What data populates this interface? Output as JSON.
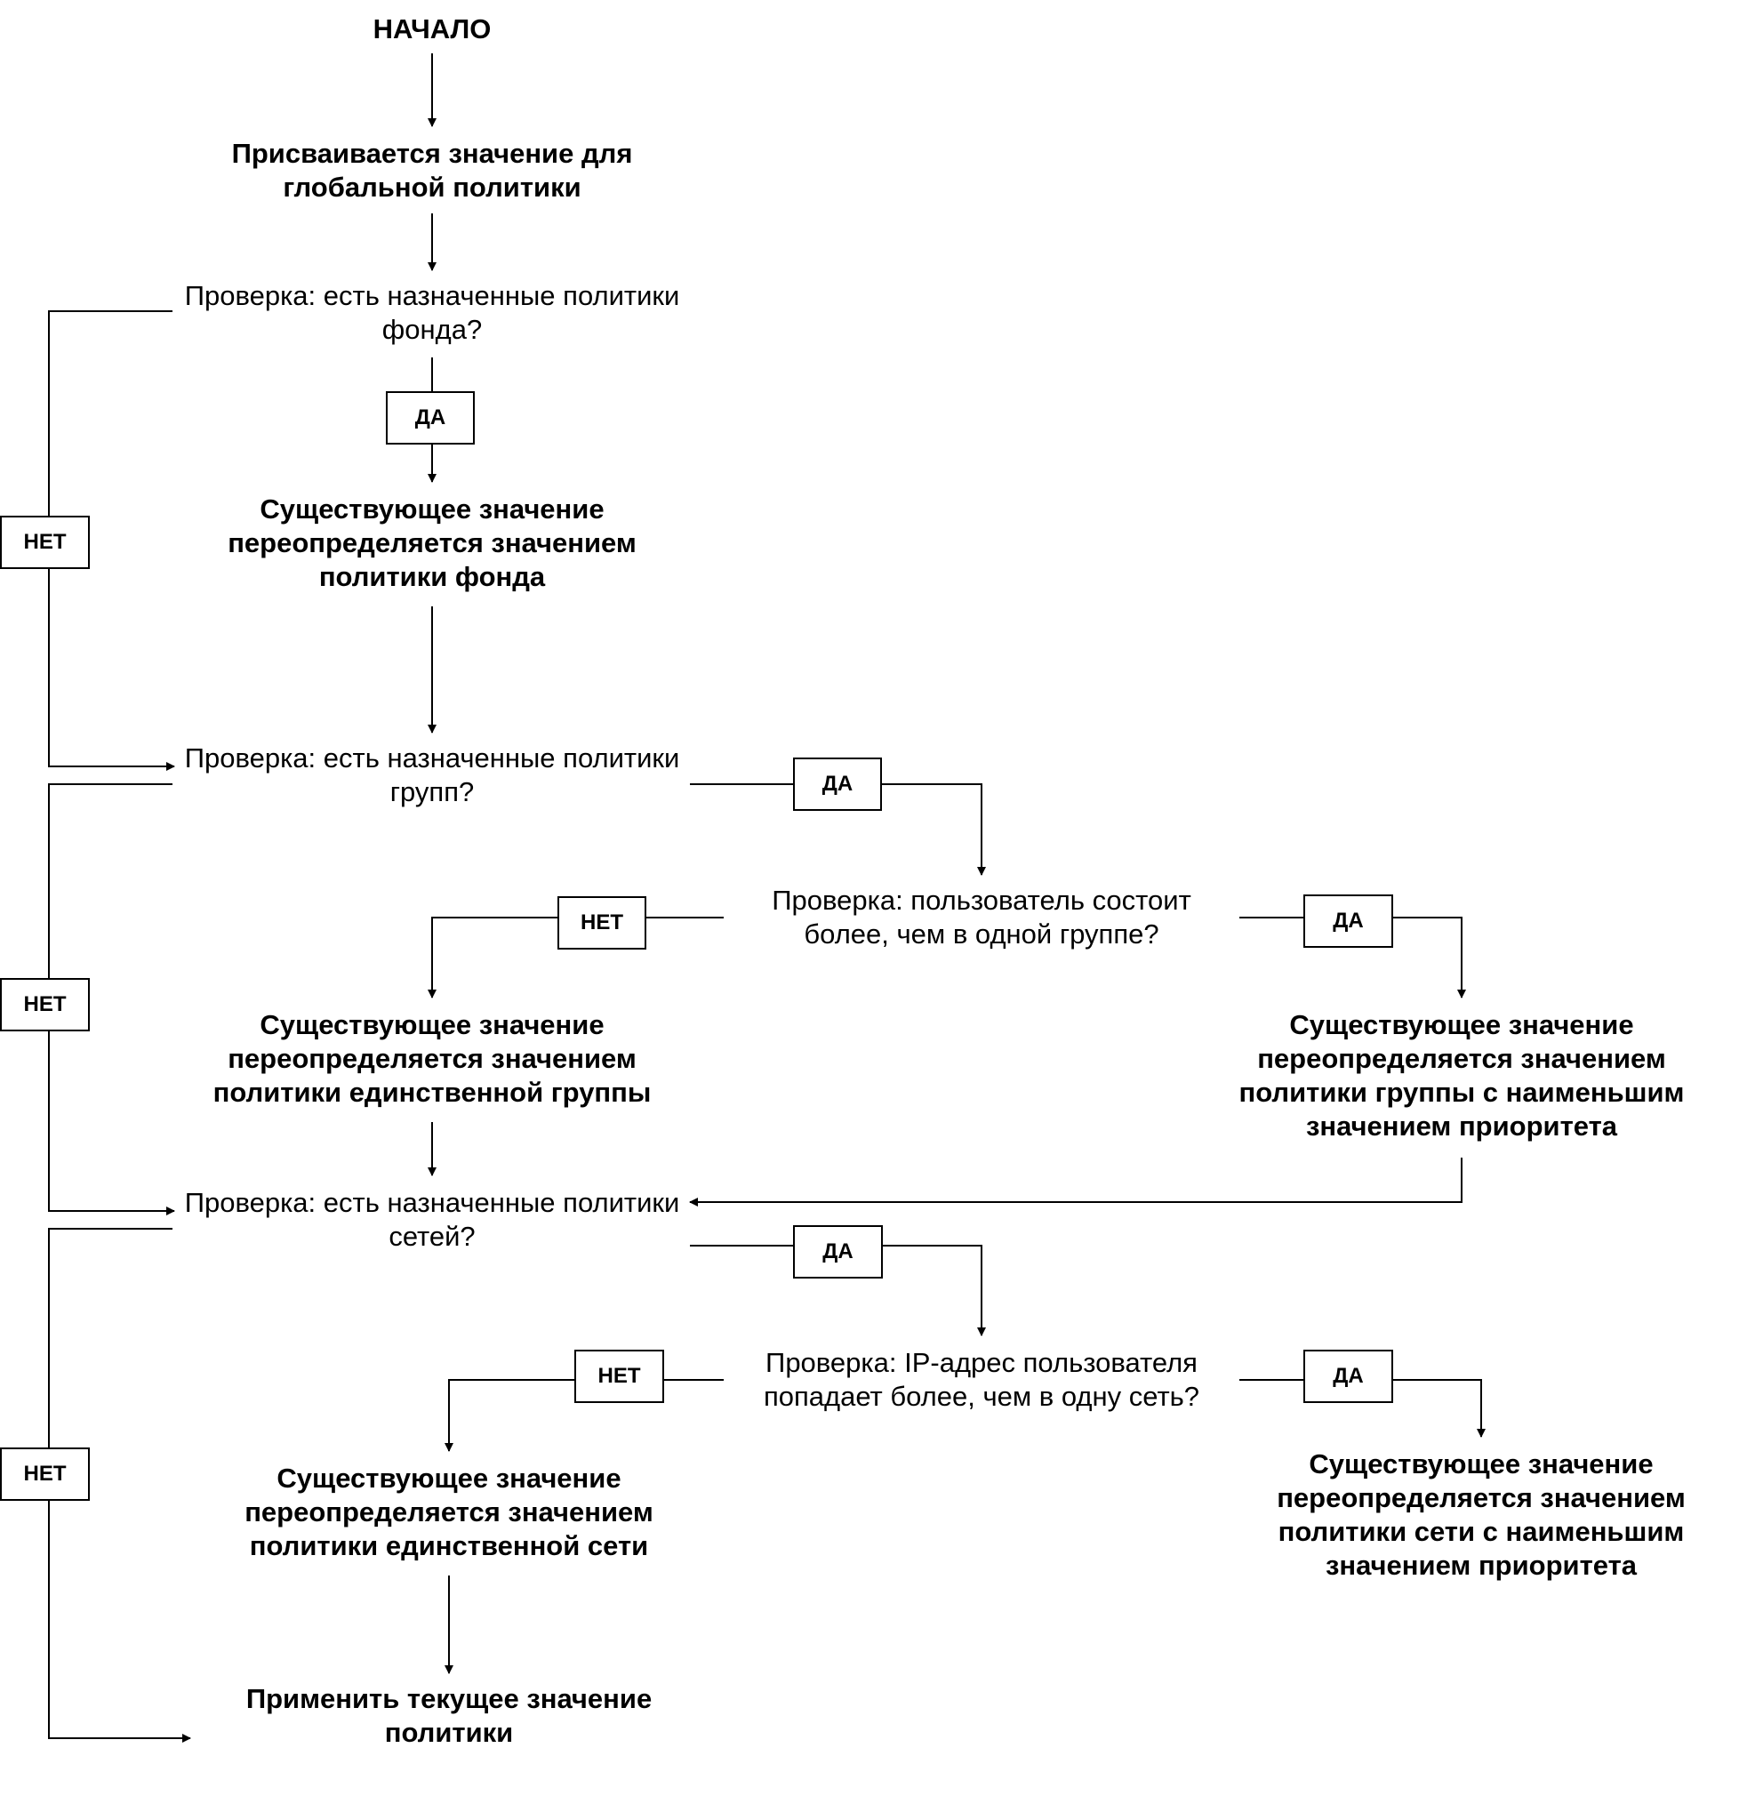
{
  "nodes": {
    "start": "НАЧАЛО",
    "assign_global": "Присваивается значение для\nглобальной политики",
    "check_fund": "Проверка: есть назначенные политики\nфонда?",
    "override_fund": "Существующее значение\nпереопределяется значением\nполитики фонда",
    "check_groups": "Проверка: есть назначенные политики\nгрупп?",
    "check_multi_group": "Проверка: пользователь состоит\nболее, чем в одной группе?",
    "override_single_group": "Существующее значение\nпереопределяется значением\nполитики единственной группы",
    "override_min_group": "Существующее значение\nпереопределяется значением\nполитики группы с наименьшим\nзначением приоритета",
    "check_networks": "Проверка: есть назначенные политики\nсетей?",
    "check_multi_network": "Проверка: IP-адрес пользователя\nпопадает более, чем в одну сеть?",
    "override_single_network": "Существующее значение\nпереопределяется значением\nполитики единственной сети",
    "override_min_network": "Существующее значение\nпереопределяется значением\nполитики сети с наименьшим\nзначением приоритета",
    "apply_current": "Применить текущее значение\nполитики"
  },
  "labels": {
    "yes": "ДА",
    "no": "НЕТ"
  }
}
